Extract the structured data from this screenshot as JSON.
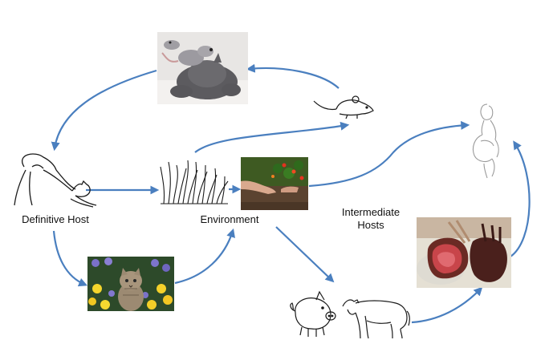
{
  "labels": {
    "definitive_host": "Definitive Host",
    "environment": "Environment",
    "intermediate_line1": "Intermediate",
    "intermediate_line2": "Hosts"
  },
  "colors": {
    "arrow": "#4a7fbf",
    "sketch_line": "#1a1a1a",
    "sketch_light": "#9a9a9a"
  },
  "icons": {
    "rat_on_cat": "rat-on-cat-photo",
    "mouse": "mouse-sketch-icon",
    "cat": "stretching-cat-sketch-icon",
    "grass": "grass-sketch-icon",
    "soil": "hands-in-soil-photo",
    "kitten": "kitten-in-flowers-photo",
    "pregnant": "pregnant-woman-sketch-icon",
    "meat": "rare-meat-photo",
    "pig": "pig-sketch-icon",
    "cow": "cow-sketch-icon"
  }
}
